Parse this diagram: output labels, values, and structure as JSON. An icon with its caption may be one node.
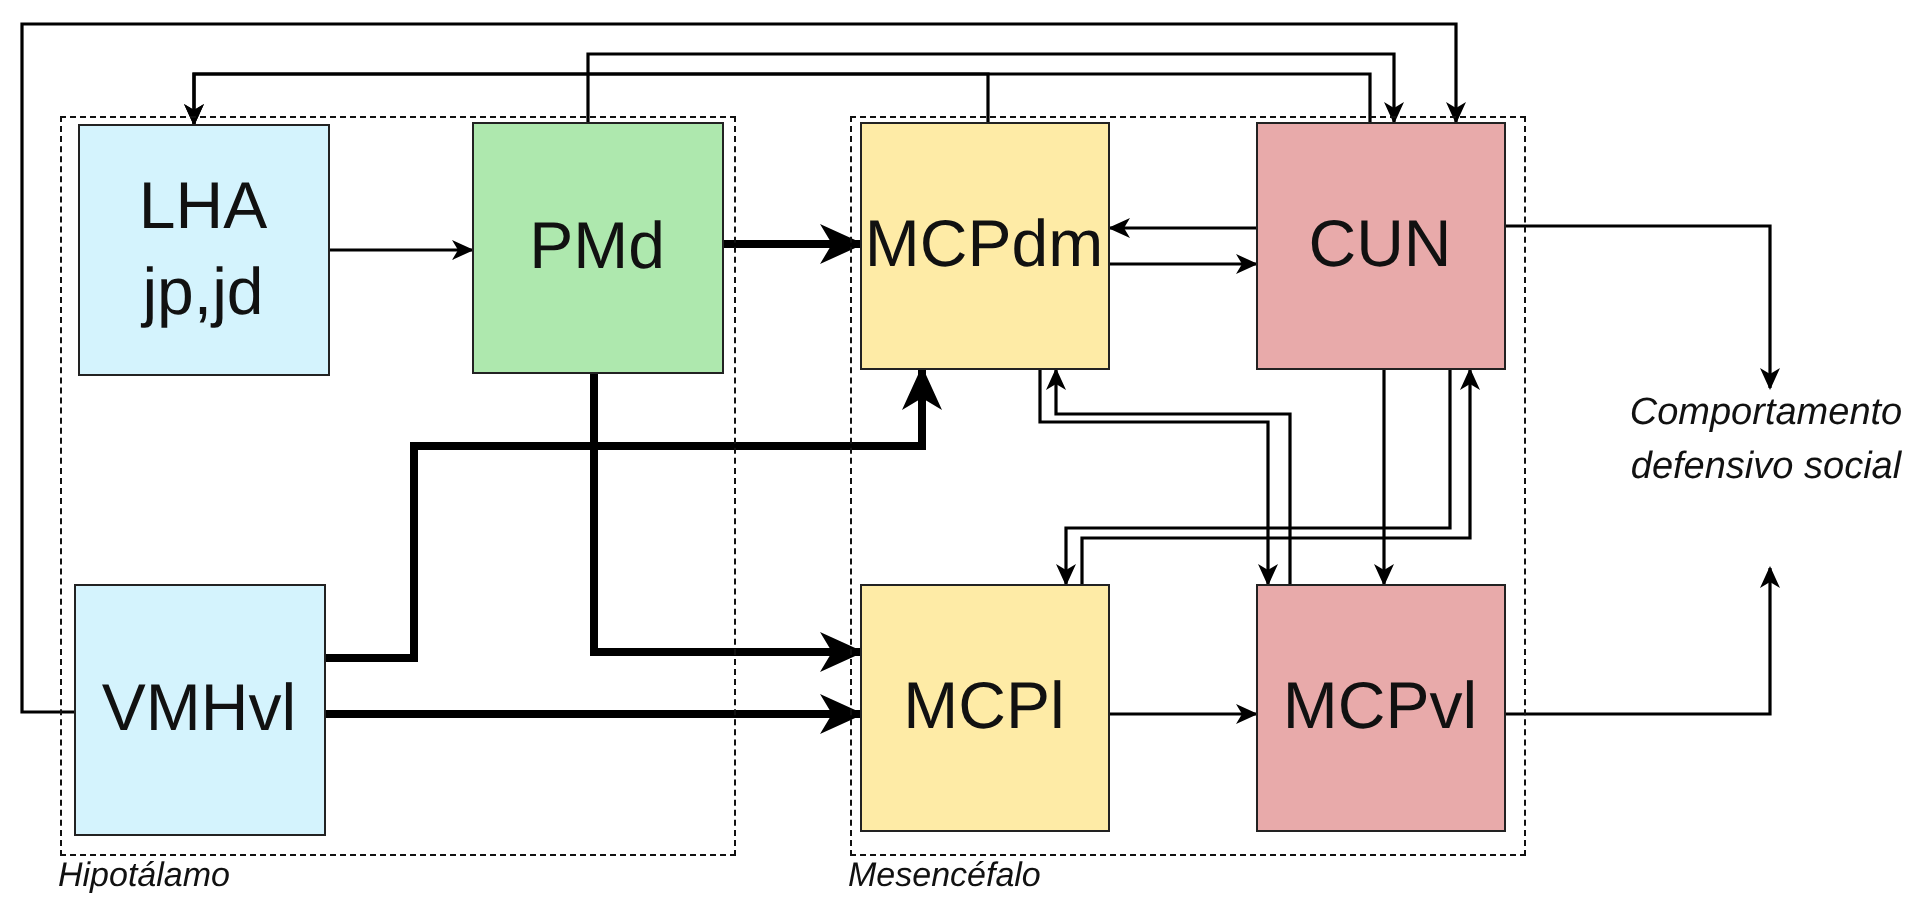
{
  "diagram": {
    "nodes": [
      {
        "text": [
          "Hipotálamo"
        ]
      },
      {
        "text": [
          "LHA jp,jd"
        ],
        "in": 0
      },
      {
        "text": [
          "PMd"
        ],
        "in": 0
      },
      {
        "text": [
          "VMHvl"
        ],
        "in": 0
      },
      {
        "text": [
          "Mesencéfalo"
        ]
      },
      {
        "text": [
          "MCPdm"
        ],
        "in": 4
      },
      {
        "text": [
          "CUN"
        ],
        "in": 4
      },
      {
        "text": [
          "MCPl"
        ],
        "in": 4
      },
      {
        "text": [
          "MCPvl"
        ],
        "in": 4
      },
      {
        "text": [
          "Comportamento defensivo social"
        ]
      }
    ],
    "edges": [
      {
        "from": 1,
        "to": 2,
        "arrow": "to"
      },
      {
        "from": 2,
        "to": 5,
        "arrow": "to",
        "style": "thick"
      },
      {
        "from": 6,
        "to": 5,
        "arrow": "to"
      },
      {
        "from": 5,
        "to": 6,
        "arrow": "to"
      },
      {
        "from": 6,
        "to": 9,
        "arrow": "to"
      },
      {
        "from": 8,
        "to": 9,
        "arrow": "to"
      },
      {
        "from": 7,
        "to": 8,
        "arrow": "to"
      },
      {
        "from": 3,
        "to": 7,
        "arrow": "to",
        "style": "thick"
      },
      {
        "from": 3,
        "to": 5,
        "arrow": "to",
        "style": "thick"
      },
      {
        "from": 2,
        "to": 7,
        "arrow": "to",
        "style": "thick"
      },
      {
        "from": 3,
        "to": 6,
        "arrow": "to"
      },
      {
        "from": 2,
        "to": 6,
        "arrow": "to"
      },
      {
        "from": 6,
        "to": 1,
        "arrow": "to"
      },
      {
        "from": 5,
        "to": 1,
        "arrow": "to"
      },
      {
        "from": 5,
        "to": 8,
        "arrow": "to"
      },
      {
        "from": 8,
        "to": 5,
        "arrow": "to"
      },
      {
        "from": 6,
        "to": 8,
        "arrow": "to"
      },
      {
        "from": 6,
        "to": 7,
        "arrow": "to"
      },
      {
        "from": 7,
        "to": 6,
        "arrow": "to"
      }
    ]
  }
}
